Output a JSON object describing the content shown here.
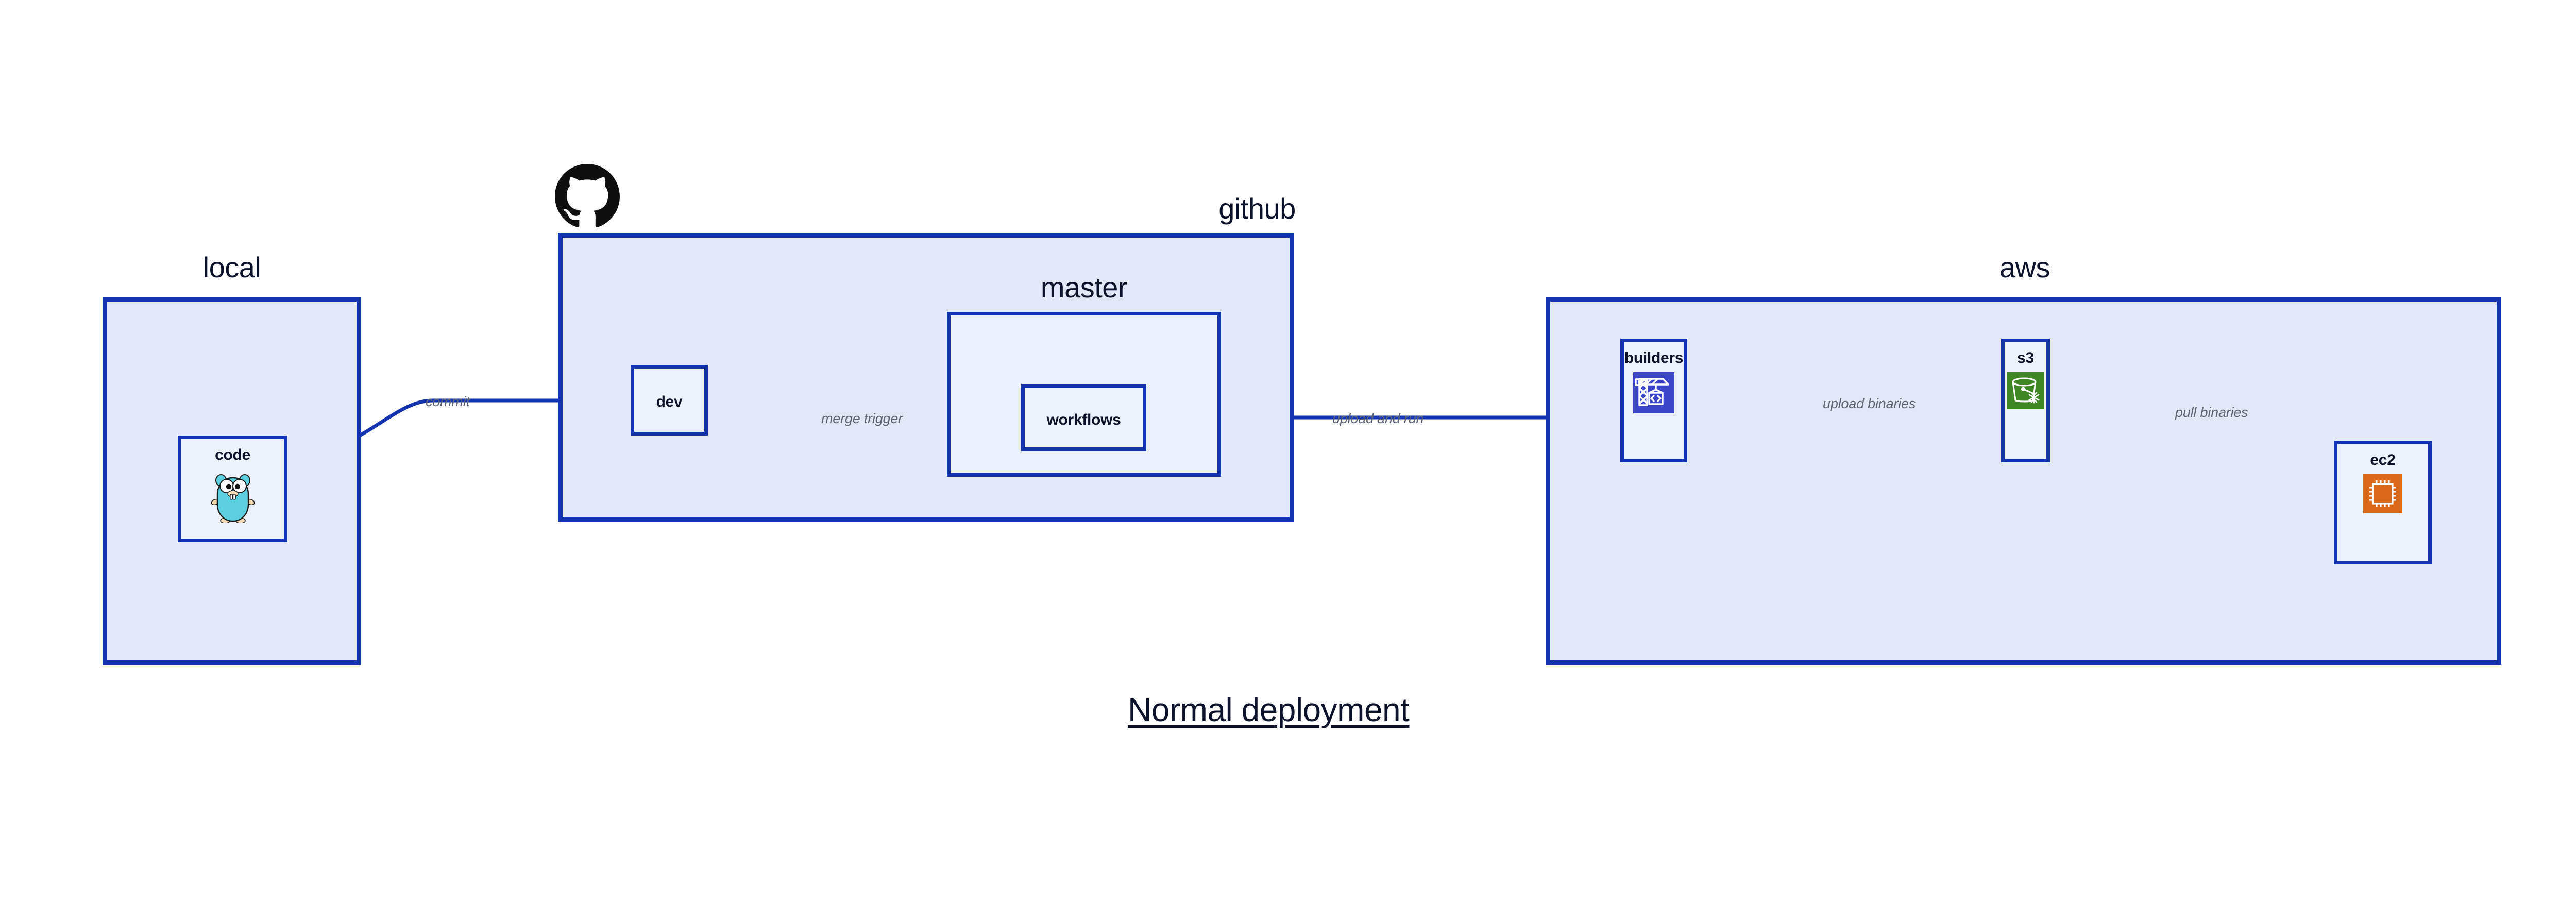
{
  "diagram": {
    "title": "Normal deployment",
    "accent_border": "#1433ae",
    "cluster_fill": "#e2e8f8",
    "node_fill": "#edf1fc",
    "label_color": "#0c1229",
    "edge_label_color": "#5b6374"
  },
  "clusters": [
    {
      "id": "local",
      "label": "local"
    },
    {
      "id": "github",
      "label": "github"
    },
    {
      "id": "master",
      "label": "master"
    },
    {
      "id": "aws",
      "label": "aws"
    }
  ],
  "nodes": [
    {
      "id": "code",
      "label": "code",
      "icon": "go-gopher-icon",
      "icon_color": "#5cd0e0"
    },
    {
      "id": "dev",
      "label": "dev",
      "icon": "none",
      "icon_color": ""
    },
    {
      "id": "workflows",
      "label": "workflows",
      "icon": "none",
      "icon_color": ""
    },
    {
      "id": "builders",
      "label": "builders",
      "icon": "aws-codebuild-icon",
      "icon_color": "#3c45c9"
    },
    {
      "id": "s3",
      "label": "s3",
      "icon": "aws-s3-bucket-icon",
      "icon_color": "#3f8624"
    },
    {
      "id": "ec2",
      "label": "ec2",
      "icon": "aws-ec2-instance-icon",
      "icon_color": "#d96918"
    }
  ],
  "edges": [
    {
      "id": "commit",
      "label": "commit",
      "from": "code",
      "to": "dev"
    },
    {
      "id": "merge-trigger",
      "label": "merge trigger",
      "from": "dev",
      "to": "workflows"
    },
    {
      "id": "upload-and-run",
      "label": "upload and run",
      "from": "workflows",
      "to": "builders"
    },
    {
      "id": "upload-binaries",
      "label": "upload binaries",
      "from": "builders",
      "to": "s3"
    },
    {
      "id": "pull-binaries",
      "label": "pull binaries",
      "from": "s3",
      "to": "ec2"
    }
  ],
  "logos": [
    {
      "id": "github-logo",
      "name": "github-octocat-icon",
      "color": "#100f10"
    }
  ]
}
